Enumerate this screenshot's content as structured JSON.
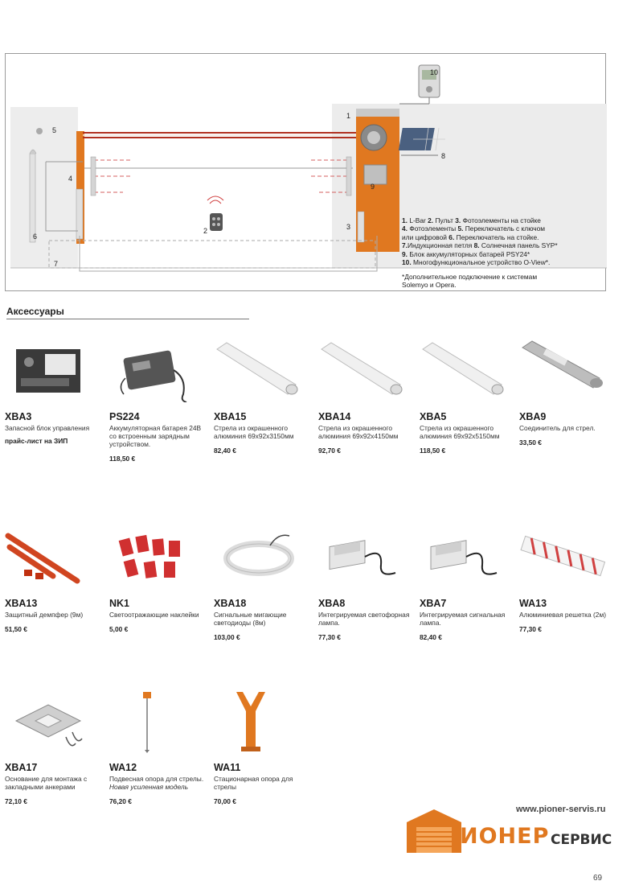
{
  "diagram": {
    "callouts": [
      "1",
      "2",
      "3",
      "4",
      "5",
      "6",
      "7",
      "8",
      "9",
      "10"
    ],
    "legend_lines": [
      [
        {
          "b": "1."
        },
        {
          "t": " L-Bar "
        },
        {
          "b": "2."
        },
        {
          "t": " Пульт "
        },
        {
          "b": "3."
        },
        {
          "t": " Фотоэлементы на стойке"
        }
      ],
      [
        {
          "b": "4."
        },
        {
          "t": " Фотоэлементы "
        },
        {
          "b": "5."
        },
        {
          "t": " Переключатель с ключом"
        }
      ],
      [
        {
          "t": "или цифровой "
        },
        {
          "b": "6."
        },
        {
          "t": " Переключатель на стойке."
        }
      ],
      [
        {
          "b": "7."
        },
        {
          "t": "Индукционная петля "
        },
        {
          "b": "8."
        },
        {
          "t": " Солнечная панель SYP*"
        }
      ],
      [
        {
          "b": "9."
        },
        {
          "t": " Блок аккумуляторных батарей PSY24*"
        }
      ],
      [
        {
          "b": "10."
        },
        {
          "t": " Многофункциональное устройство O-View*."
        }
      ]
    ],
    "note_line1": "*Дополнительное подключение к системам",
    "note_line2": "Solemyo и Opera."
  },
  "section_title": "Аксессуары",
  "products": [
    {
      "code": "XBA3",
      "desc": "Запасной блок управления",
      "extra": "прайс-лист на ЗИП",
      "price": "",
      "icon": "control-unit"
    },
    {
      "code": "PS224",
      "desc": "Аккумуляторная батарея 24В со встроенным зарядным устройством.",
      "price": "118,50 €",
      "icon": "battery"
    },
    {
      "code": "XBA15",
      "desc": "Стрела из окрашенного алюминия 69х92х3150мм",
      "price": "82,40 €",
      "icon": "boom"
    },
    {
      "code": "XBA14",
      "desc": "Стрела из окрашенного алюминия 69х92х4150мм",
      "price": "92,70 €",
      "icon": "boom"
    },
    {
      "code": "XBA5",
      "desc": "Стрела из окрашенного алюминия 69х92х5150мм",
      "price": "118,50 €",
      "icon": "boom"
    },
    {
      "code": "XBA9",
      "desc": "Соединитель для стрел.",
      "price": "33,50 €",
      "icon": "connector"
    },
    {
      "code": "XBA13",
      "desc": "Защитный демпфер (9м)",
      "price": "51,50 €",
      "icon": "damper"
    },
    {
      "code": "NK1",
      "desc": "Светоотражающие наклейки",
      "price": "5,00 €",
      "icon": "stickers"
    },
    {
      "code": "XBA18",
      "desc": "Сигнальные мигающие светодиоды (8м)",
      "price": "103,00 €",
      "icon": "led-strip"
    },
    {
      "code": "XBA8",
      "desc": "Интегрируемая светофорная лампа.",
      "price": "77,30 €",
      "icon": "lamp"
    },
    {
      "code": "XBA7",
      "desc": "Интегрируемая сигнальная лампа.",
      "price": "82,40 €",
      "icon": "lamp"
    },
    {
      "code": "WA13",
      "desc": "Алюминиевая решетка (2м)",
      "price": "77,30 €",
      "icon": "grate"
    },
    {
      "code": "XBA17",
      "desc": "Основание для монтажа с закладными анкерами",
      "price": "72,10 €",
      "icon": "base-plate"
    },
    {
      "code": "WA12",
      "desc": "Подвесная опора для стрелы.",
      "desc2": "Новая усиленная модель",
      "price": "76,20 €",
      "icon": "hanging-support"
    },
    {
      "code": "WA11",
      "desc": "Стационарная опора для стрелы",
      "price": "70,00 €",
      "icon": "fixed-support"
    }
  ],
  "footer": {
    "website": "www.pioner-servis.ru",
    "logo_main": "ИОНЕР",
    "logo_sub": "СЕРВИС",
    "page_number": "69"
  },
  "colors": {
    "orange": "#e07820",
    "boom_red": "#b03020",
    "grey": "#9a9a9a"
  }
}
